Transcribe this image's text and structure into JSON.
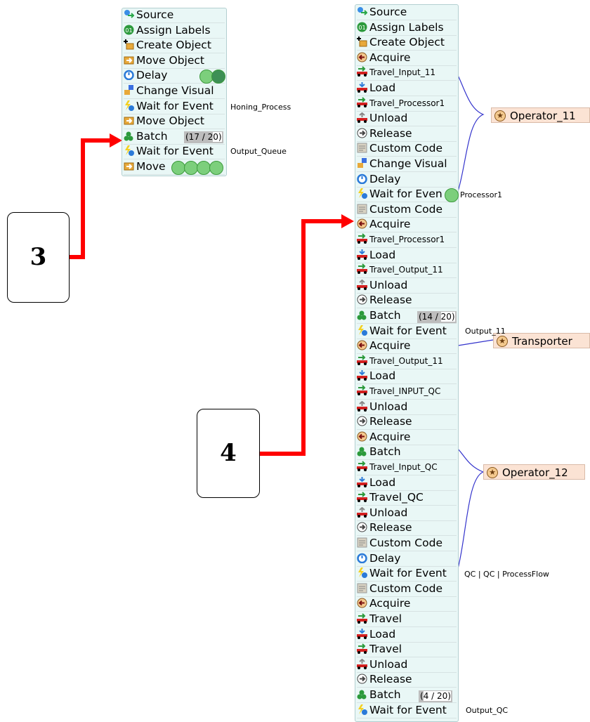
{
  "flow_a": {
    "activities": [
      {
        "label": "Source",
        "icon": "source-icon"
      },
      {
        "label": "Assign Labels",
        "icon": "assign-labels-icon"
      },
      {
        "label": "Create Object",
        "icon": "create-object-icon"
      },
      {
        "label": "Move Object",
        "icon": "move-object-icon"
      },
      {
        "label": "Delay",
        "icon": "delay-icon"
      },
      {
        "label": "Change Visual",
        "icon": "change-visual-icon"
      },
      {
        "label": "Wait for Event",
        "icon": "wait-event-icon"
      },
      {
        "label": "Move Object",
        "icon": "move-object-icon"
      },
      {
        "label": "Batch",
        "icon": "batch-icon"
      },
      {
        "label": "Wait for Event",
        "icon": "wait-event-icon"
      },
      {
        "label": "Move",
        "icon": "move-object-icon"
      }
    ],
    "batch_counter": {
      "current": "17",
      "total": "20",
      "text_a": "(17 / 2",
      "text_b": "0)"
    },
    "notes": {
      "wait1": "Honing_Process",
      "wait2": "Output_Queue"
    }
  },
  "flow_b": {
    "activities": [
      {
        "label": "Source",
        "icon": "source-icon",
        "small": false
      },
      {
        "label": "Assign Labels",
        "icon": "assign-labels-icon",
        "small": false
      },
      {
        "label": "Create Object",
        "icon": "create-object-icon",
        "small": false
      },
      {
        "label": "Acquire",
        "icon": "acquire-icon",
        "small": false
      },
      {
        "label": "Travel_Input_11",
        "icon": "travel-icon",
        "small": true
      },
      {
        "label": "Load",
        "icon": "load-icon",
        "small": false
      },
      {
        "label": "Travel_Processor1",
        "icon": "travel-icon",
        "small": true
      },
      {
        "label": "Unload",
        "icon": "unload-icon",
        "small": false
      },
      {
        "label": "Release",
        "icon": "release-icon",
        "small": false
      },
      {
        "label": "Custom Code",
        "icon": "custom-code-icon",
        "small": false
      },
      {
        "label": "Change Visual",
        "icon": "change-visual-icon",
        "small": false
      },
      {
        "label": "Delay",
        "icon": "delay-icon",
        "small": false
      },
      {
        "label": "Wait for Even",
        "icon": "wait-event-icon",
        "small": false
      },
      {
        "label": "Custom Code",
        "icon": "custom-code-icon",
        "small": false
      },
      {
        "label": "Acquire",
        "icon": "acquire-icon",
        "small": false
      },
      {
        "label": "Travel_Processor1",
        "icon": "travel-icon",
        "small": true
      },
      {
        "label": "Load",
        "icon": "load-icon",
        "small": false
      },
      {
        "label": "Travel_Output_11",
        "icon": "travel-icon",
        "small": true
      },
      {
        "label": "Unload",
        "icon": "unload-icon",
        "small": false
      },
      {
        "label": "Release",
        "icon": "release-icon",
        "small": false
      },
      {
        "label": "Batch",
        "icon": "batch-icon",
        "small": false
      },
      {
        "label": "Wait for Event",
        "icon": "wait-event-icon",
        "small": false
      },
      {
        "label": "Acquire",
        "icon": "acquire-icon",
        "small": false
      },
      {
        "label": "Travel_Output_11",
        "icon": "travel-icon",
        "small": true
      },
      {
        "label": "Load",
        "icon": "load-icon",
        "small": false
      },
      {
        "label": "Travel_INPUT_QC",
        "icon": "travel-icon",
        "small": true
      },
      {
        "label": "Unload",
        "icon": "unload-icon",
        "small": false
      },
      {
        "label": "Release",
        "icon": "release-icon",
        "small": false
      },
      {
        "label": "Acquire",
        "icon": "acquire-icon",
        "small": false
      },
      {
        "label": "Batch",
        "icon": "batch-icon",
        "small": false
      },
      {
        "label": "Travel_Input_QC",
        "icon": "travel-icon",
        "small": true
      },
      {
        "label": "Load",
        "icon": "load-icon",
        "small": false
      },
      {
        "label": "Travel_QC",
        "icon": "travel-icon",
        "small": false
      },
      {
        "label": "Unload",
        "icon": "unload-icon",
        "small": false
      },
      {
        "label": "Release",
        "icon": "release-icon",
        "small": false
      },
      {
        "label": "Custom Code",
        "icon": "custom-code-icon",
        "small": false
      },
      {
        "label": "Delay",
        "icon": "delay-icon",
        "small": false
      },
      {
        "label": "Wait for Event",
        "icon": "wait-event-icon",
        "small": false
      },
      {
        "label": "Custom Code",
        "icon": "custom-code-icon",
        "small": false
      },
      {
        "label": "Acquire",
        "icon": "acquire-icon",
        "small": false
      },
      {
        "label": "Travel",
        "icon": "travel-icon",
        "small": false
      },
      {
        "label": "Load",
        "icon": "load-icon",
        "small": false
      },
      {
        "label": "Travel",
        "icon": "travel-icon",
        "small": false
      },
      {
        "label": "Unload",
        "icon": "unload-icon",
        "small": false
      },
      {
        "label": "Release",
        "icon": "release-icon",
        "small": false
      },
      {
        "label": "Batch",
        "icon": "batch-icon",
        "small": false
      },
      {
        "label": "Wait for Event",
        "icon": "wait-event-icon",
        "small": false
      }
    ],
    "batch_counter_1": {
      "current": "14",
      "total": "20",
      "text_a": "(14 / ",
      "text_b": "20)"
    },
    "batch_counter_2": {
      "current": "4",
      "total": "20",
      "text_a": "(",
      "text_b": "4 / 20)"
    },
    "notes": {
      "processor": "Processor1",
      "output11": "Output_11",
      "qc": "QC | QC | ProcessFlow",
      "outputqc": "Output_QC"
    }
  },
  "resources": {
    "operator_11": "Operator_11",
    "transporter": "Transporter",
    "operator_12": "Operator_12"
  },
  "callouts": {
    "box_3": "3",
    "box_4": "4"
  },
  "colors": {
    "flow_bg": "#e9f7f6",
    "resource_bg": "#fbe3d4",
    "arrow": "#ff0000",
    "link": "#3333cc"
  }
}
